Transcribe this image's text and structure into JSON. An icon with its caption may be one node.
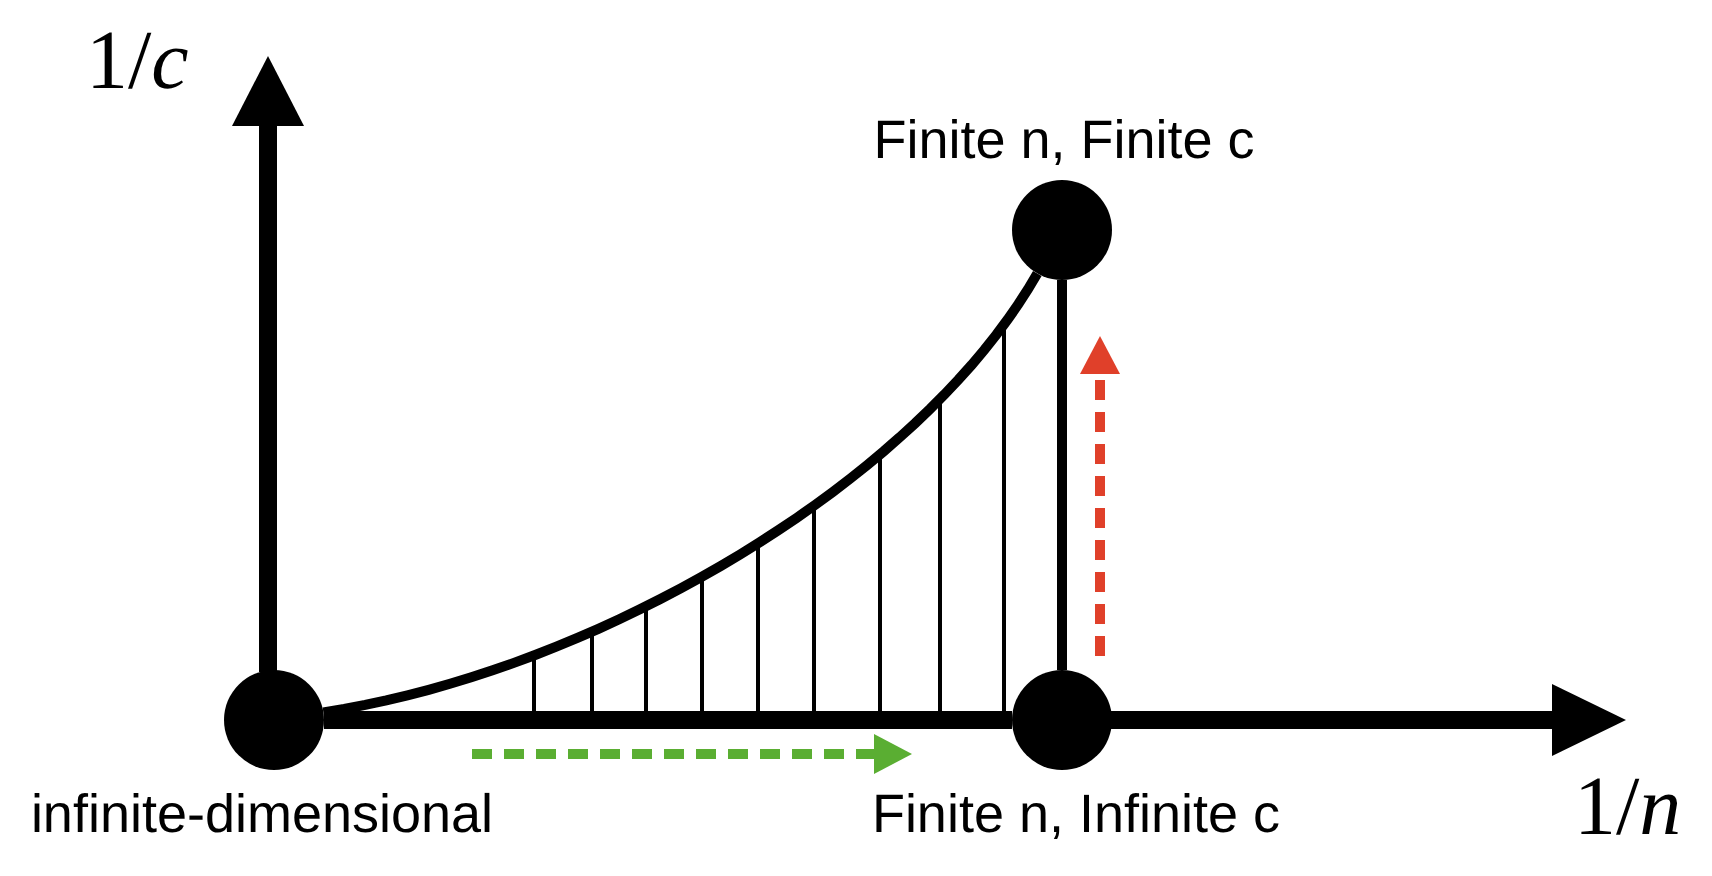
{
  "diagram": {
    "nodes": [
      {
        "text": [],
        "shape": "circle",
        "beside": [
          "infinite-dimensional"
        ]
      },
      {
        "text": [],
        "shape": "circle",
        "beside": [
          "Finite n, Infinite c"
        ]
      },
      {
        "text": [],
        "shape": "circle",
        "beside": [
          "Finite n, Finite c"
        ]
      }
    ],
    "edges": [
      {
        "from": 0,
        "to": 2,
        "arrow": "none"
      },
      {
        "from": 1,
        "to": 2,
        "arrow": "none"
      },
      {
        "from": 0,
        "to": 1,
        "arrow": "to",
        "style": "dashed",
        "color": "#5aae32"
      },
      {
        "from": 1,
        "to": 2,
        "arrow": "to",
        "style": "dashed",
        "color": "#e0402a"
      },
      {
        "from": 0,
        "to": 1,
        "arrow": "none",
        "style": "thick"
      }
    ],
    "labels": [
      "1/*c*",
      "1/*n*"
    ]
  }
}
